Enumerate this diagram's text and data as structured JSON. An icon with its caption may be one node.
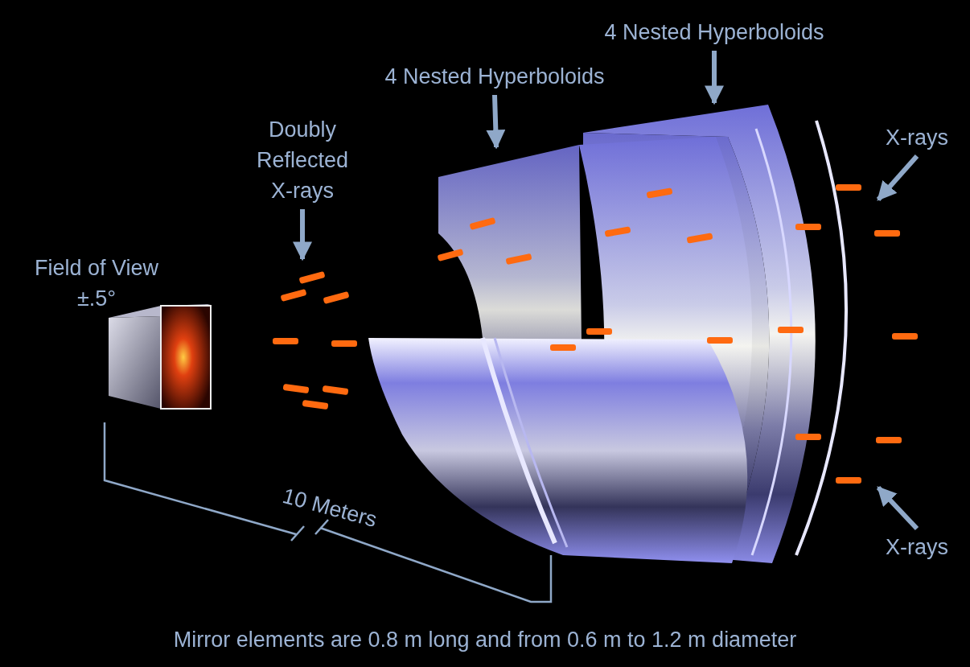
{
  "diagram": {
    "caption": "Mirror elements are 0.8 m long and from 0.6 m to 1.2 m diameter",
    "nodes": [
      {
        "text": [
          "4 Nested Hyperboloids"
        ]
      },
      {
        "text": [
          "4 Nested Hyperboloids"
        ]
      },
      {
        "text": [
          "Doubly Reflected X-rays"
        ]
      },
      {
        "text": [
          "X-rays"
        ]
      },
      {
        "text": [
          "X-rays"
        ]
      }
    ],
    "edges": [
      {
        "from": 0,
        "to": null,
        "arrow": "to"
      },
      {
        "from": 1,
        "to": null,
        "arrow": "to"
      },
      {
        "from": 2,
        "to": null,
        "arrow": "to"
      },
      {
        "from": 3,
        "to": null,
        "arrow": "to"
      },
      {
        "from": 4,
        "to": null,
        "arrow": "to"
      }
    ],
    "labels": [
      "Field of View",
      "±.5°",
      "10 Meters"
    ]
  }
}
